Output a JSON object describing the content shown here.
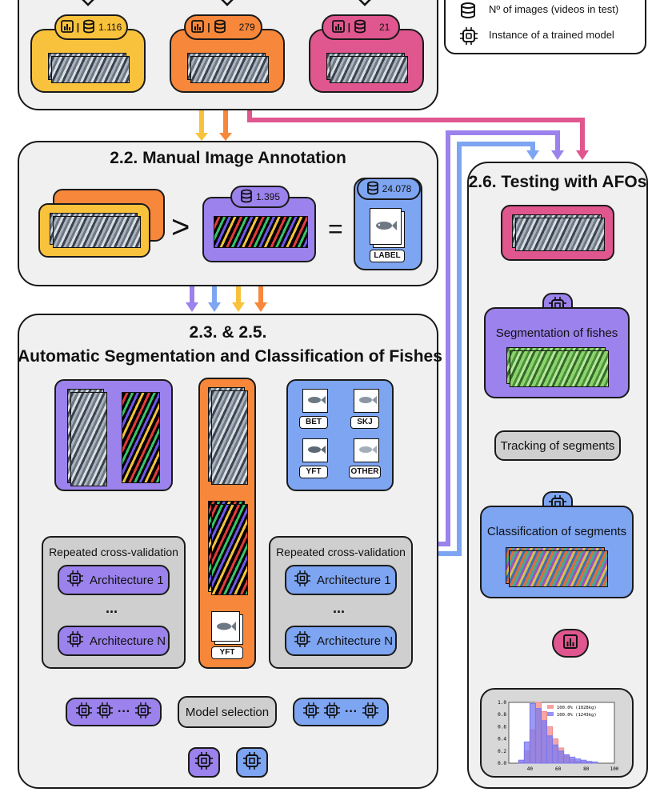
{
  "legend": {
    "images_label": "Nº of images (videos in test)",
    "model_label": "Instance of a trained model"
  },
  "top": {
    "counts": [
      "1.116",
      "279",
      "21"
    ]
  },
  "annotation": {
    "title": "2.2. Manual Image Annotation",
    "image_count": "1.395",
    "label_count": "24.078",
    "label_text": "LABEL",
    "greater": ">",
    "equals": "="
  },
  "segmentation": {
    "title_line1": "2.3. & 2.5.",
    "title_line2": "Automatic Segmentation and Classification of Fishes",
    "classes": [
      "BET",
      "SKJ",
      "YFT",
      "OTHER"
    ],
    "center_tag": "YFT",
    "left_cv": {
      "title": "Repeated cross-validation",
      "arch1": "Architecture 1",
      "dots": "...",
      "archN": "Architecture N"
    },
    "right_cv": {
      "title": "Repeated cross-validation",
      "arch1": "Architecture 1",
      "dots": "...",
      "archN": "Architecture N"
    },
    "model_selection": "Model selection",
    "ellipsis": "···"
  },
  "testing": {
    "title": "2.6. Testing with AFOs",
    "seg_label": "Segmentation of fishes",
    "tracking_label": "Tracking of segments",
    "class_label": "Classification of segments"
  },
  "histogram": {
    "legend": [
      "100.0% (1028kg)",
      "100.0% (1243kg)"
    ],
    "x_ticks": [
      "40",
      "60",
      "80",
      "100"
    ],
    "y_ticks": [
      "1.0",
      "0.8",
      "0.6",
      "0.4",
      "0.2",
      "0.0"
    ]
  },
  "chart_data": {
    "type": "bar",
    "x": [
      32,
      36,
      40,
      44,
      48,
      52,
      56,
      60,
      64,
      68,
      72,
      76,
      80,
      84
    ],
    "series": [
      {
        "name": "100.0% (1028kg)",
        "values": [
          0.02,
          0.2,
          0.55,
          1.0,
          0.85,
          0.6,
          0.4,
          0.25,
          0.12,
          0.06,
          0.03,
          0.02,
          0.01,
          0.0
        ]
      },
      {
        "name": "100.0% (1243kg)",
        "values": [
          0.05,
          0.35,
          0.98,
          0.9,
          0.7,
          0.45,
          0.3,
          0.2,
          0.14,
          0.1,
          0.07,
          0.05,
          0.03,
          0.02
        ]
      }
    ],
    "ylim": [
      0,
      1.0
    ],
    "xlim": [
      25,
      100
    ],
    "colors": [
      "#f28a8a",
      "#7a78f0"
    ]
  }
}
